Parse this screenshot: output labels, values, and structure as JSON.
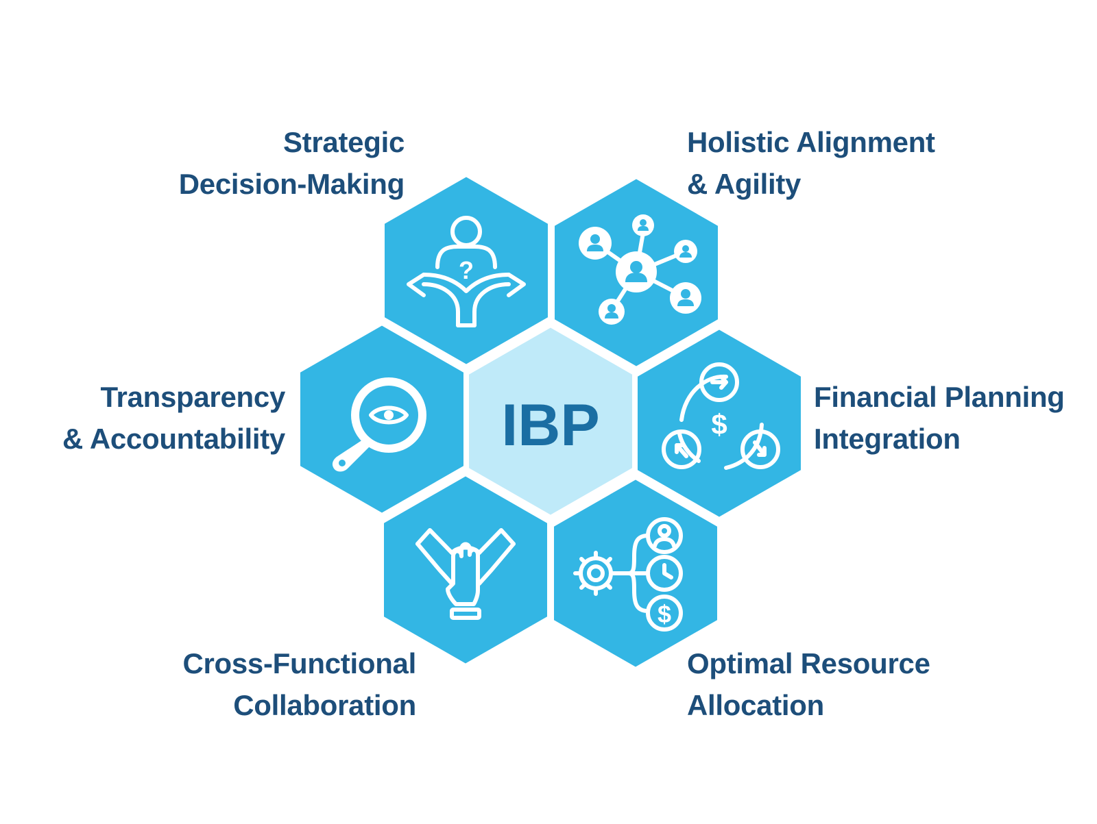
{
  "center": {
    "label": "IBP"
  },
  "segments": [
    {
      "id": "strategic",
      "lines": [
        "Strategic",
        "Decision-Making"
      ],
      "icon": "decision-arrows-icon"
    },
    {
      "id": "holistic",
      "lines": [
        "Holistic Alignment",
        "& Agility"
      ],
      "icon": "network-people-icon"
    },
    {
      "id": "transparency",
      "lines": [
        "Transparency",
        "& Accountability"
      ],
      "icon": "magnifier-eye-icon"
    },
    {
      "id": "financial",
      "lines": [
        "Financial Planning",
        "Integration"
      ],
      "icon": "dollar-cycle-icon"
    },
    {
      "id": "cross",
      "lines": [
        "Cross-Functional",
        "Collaboration"
      ],
      "icon": "joined-hands-icon"
    },
    {
      "id": "optimal",
      "lines": [
        "Optimal Resource",
        "Allocation"
      ],
      "icon": "gear-resources-icon"
    }
  ],
  "colors": {
    "hex_fill": "#33b6e4",
    "center_fill": "#bfeaf9",
    "label_text": "#1d4e7a",
    "center_text": "#1a6ea3",
    "icon_stroke": "#ffffff"
  }
}
